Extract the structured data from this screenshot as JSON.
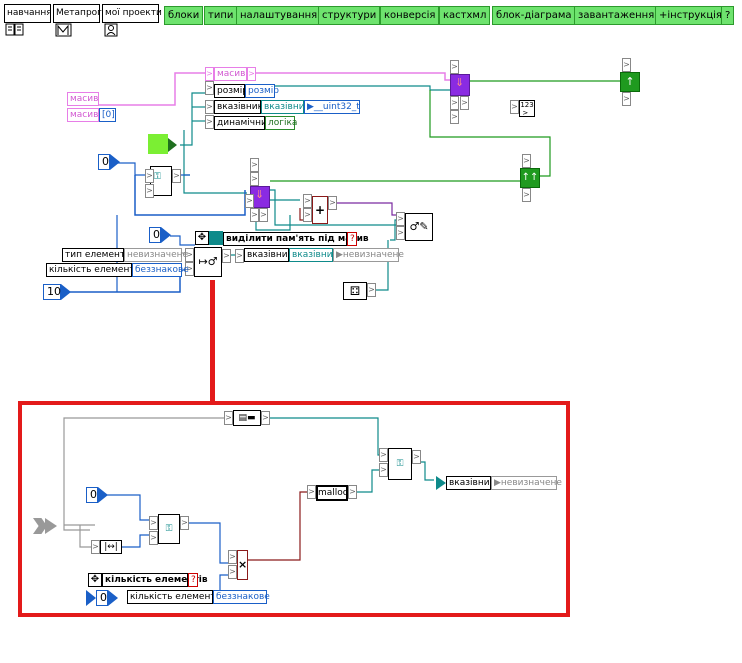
{
  "toolbar": {
    "buttons": [
      {
        "label": "навчання",
        "icon": "book-icon"
      },
      {
        "label": "Метапрог",
        "icon": "metaprog-logo-icon"
      },
      {
        "label": "мої проекти",
        "icon": "user-icon"
      }
    ],
    "menu": [
      "блоки",
      "типи",
      "налаштування",
      "структури",
      "конверсія",
      "кастхмл",
      "блок-діаграма",
      "завантаження",
      "+інструкція",
      "?"
    ]
  },
  "diagram": {
    "struct": {
      "masiv_header": "масив",
      "field_size": "розмір",
      "field_size_value": "розмір",
      "field_pointer": "вказівник",
      "field_pointer_type": "вказівник",
      "field_pointer_elem": "__uint32_t",
      "field_dynamic": "динамічний",
      "field_dynamic_value": "логіка"
    },
    "input_masiv_label1": "масив",
    "input_masiv_label2": "масив",
    "input_masiv_index": "[0]",
    "const_zero_top": "0",
    "const_zero_mid": "0",
    "const_ten": "10",
    "element_type_label": "тип елементу",
    "element_type_value": "невизначене",
    "element_count_label": "кількість елементів",
    "element_count_value": "беззнакове",
    "alloc_label": "виділити пам'ять під масив",
    "alloc_help": "?",
    "out_pointer_label": "вказівник",
    "out_pointer_type": "вказівник",
    "out_pointer_value": "невизначене",
    "display_text": "123"
  },
  "detail": {
    "malloc_label": "malloc",
    "const_zero": "0",
    "out_pointer_label": "вказівник",
    "out_pointer_value": "невизначене",
    "count_header": "кількість елементів",
    "count_help": "?",
    "count_zero": "0",
    "count_label": "кількість елементів",
    "count_type": "беззнакове"
  },
  "colors": {
    "menu_green": "#6ee36e",
    "pink": "#e77ee7",
    "blue": "#1a5fc7",
    "teal": "#0e8a8a",
    "purple": "#8a2be2",
    "green_node": "#1f9a1f",
    "red_frame": "#e31a1a",
    "dark_red": "#8b1a1a"
  }
}
